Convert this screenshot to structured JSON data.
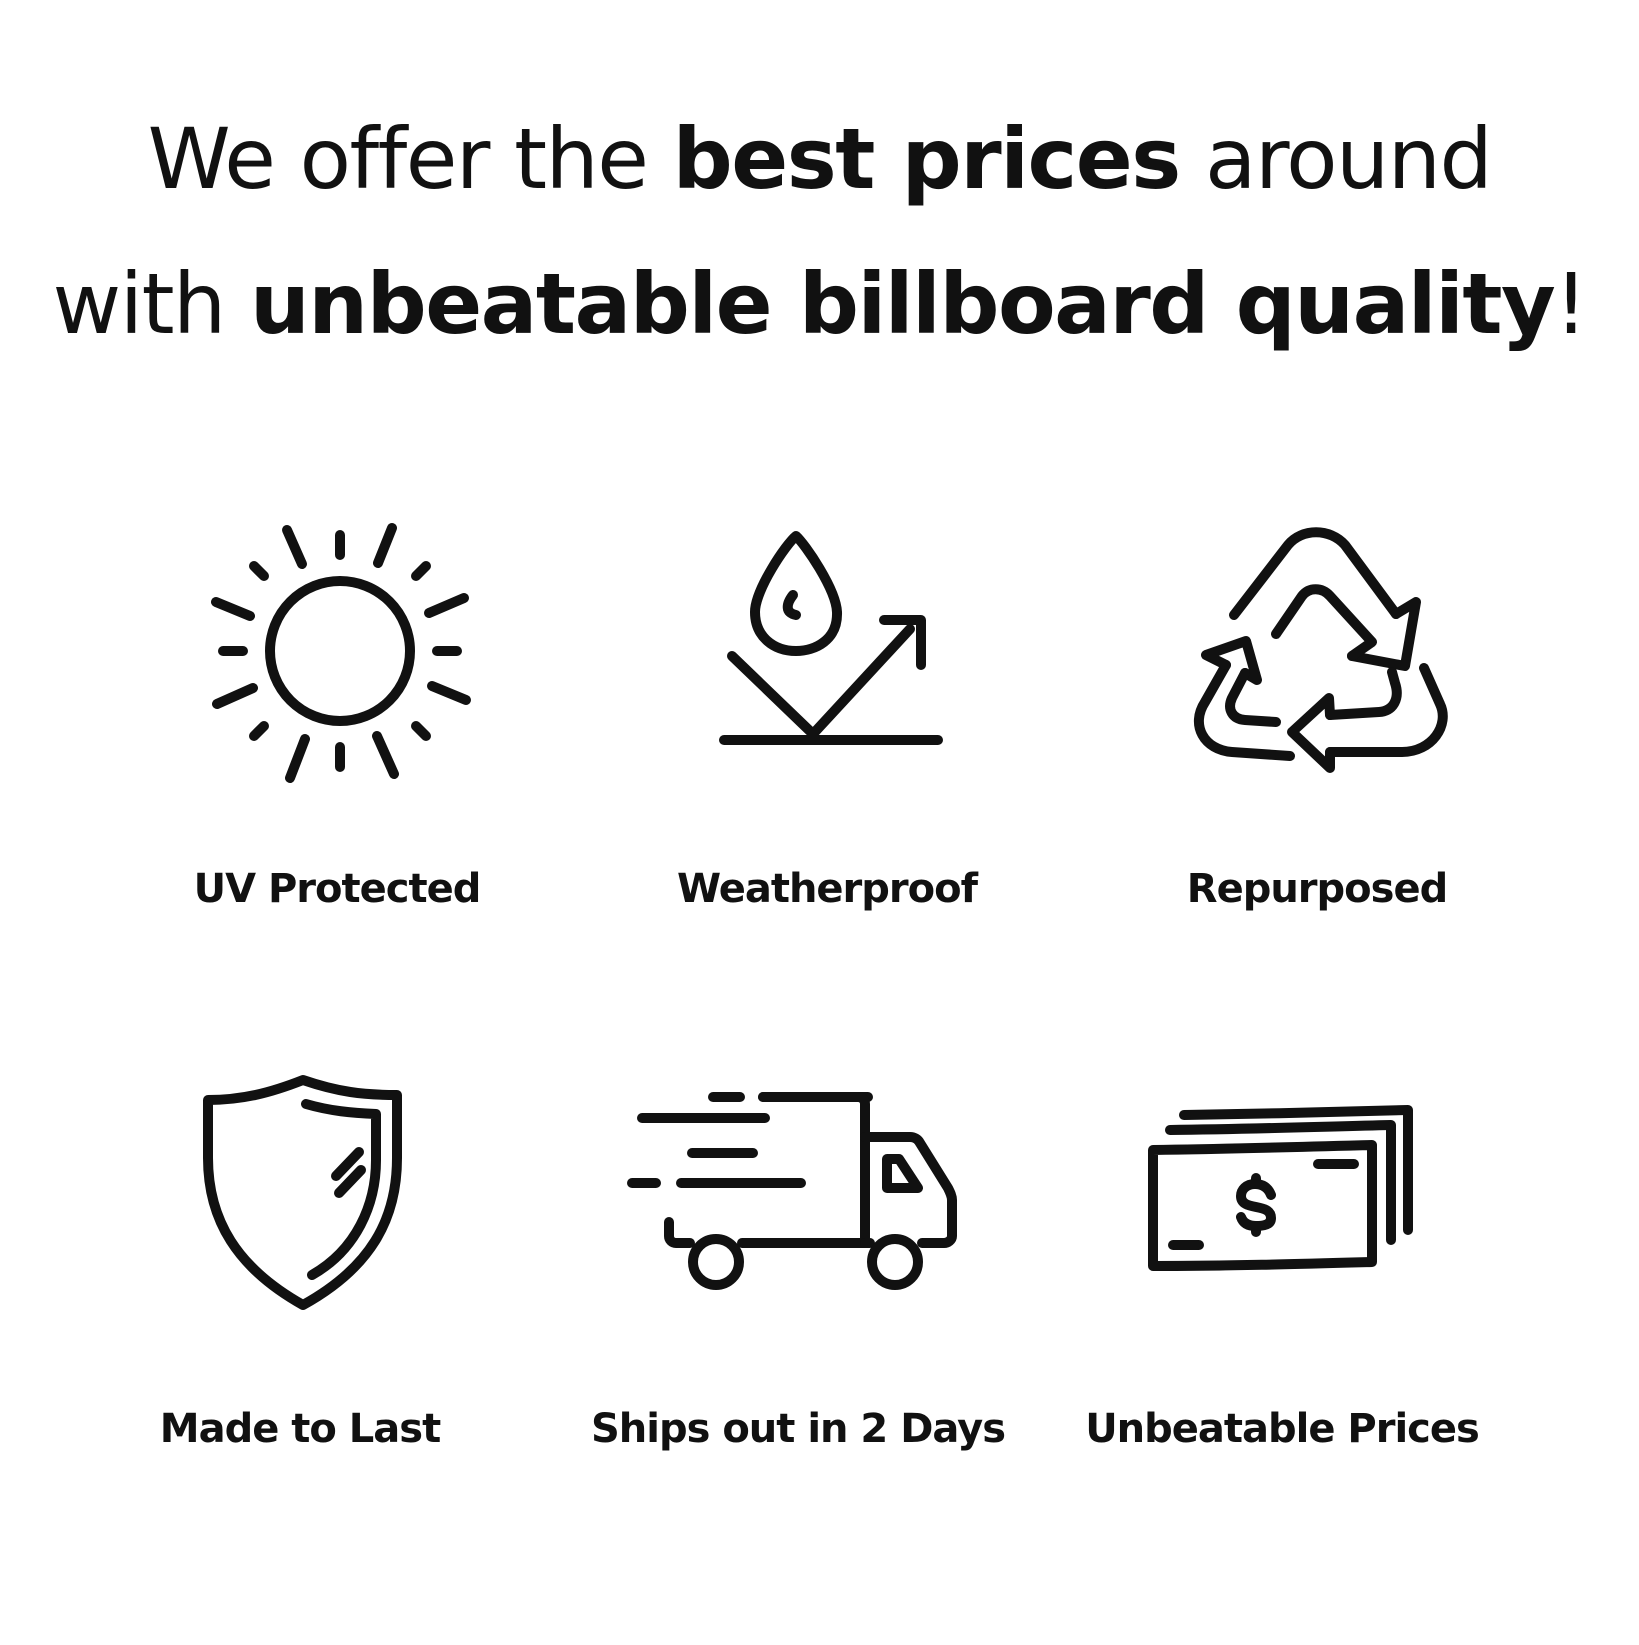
{
  "headline": {
    "line1": {
      "pre": "We offer the ",
      "bold": "best prices",
      "post": " around"
    },
    "line2": {
      "pre": "with ",
      "bold": "unbeatable billboard quality",
      "post": "!"
    }
  },
  "features": [
    {
      "label": "UV Protected",
      "icon": "sun-icon"
    },
    {
      "label": "Weatherproof",
      "icon": "water-drop-repel-icon"
    },
    {
      "label": "Repurposed",
      "icon": "recycle-icon"
    },
    {
      "label": "Made to Last",
      "icon": "shield-icon"
    },
    {
      "label": "Ships out in 2 Days",
      "icon": "delivery-truck-icon"
    },
    {
      "label": "Unbeatable Prices",
      "icon": "money-bills-icon"
    }
  ]
}
